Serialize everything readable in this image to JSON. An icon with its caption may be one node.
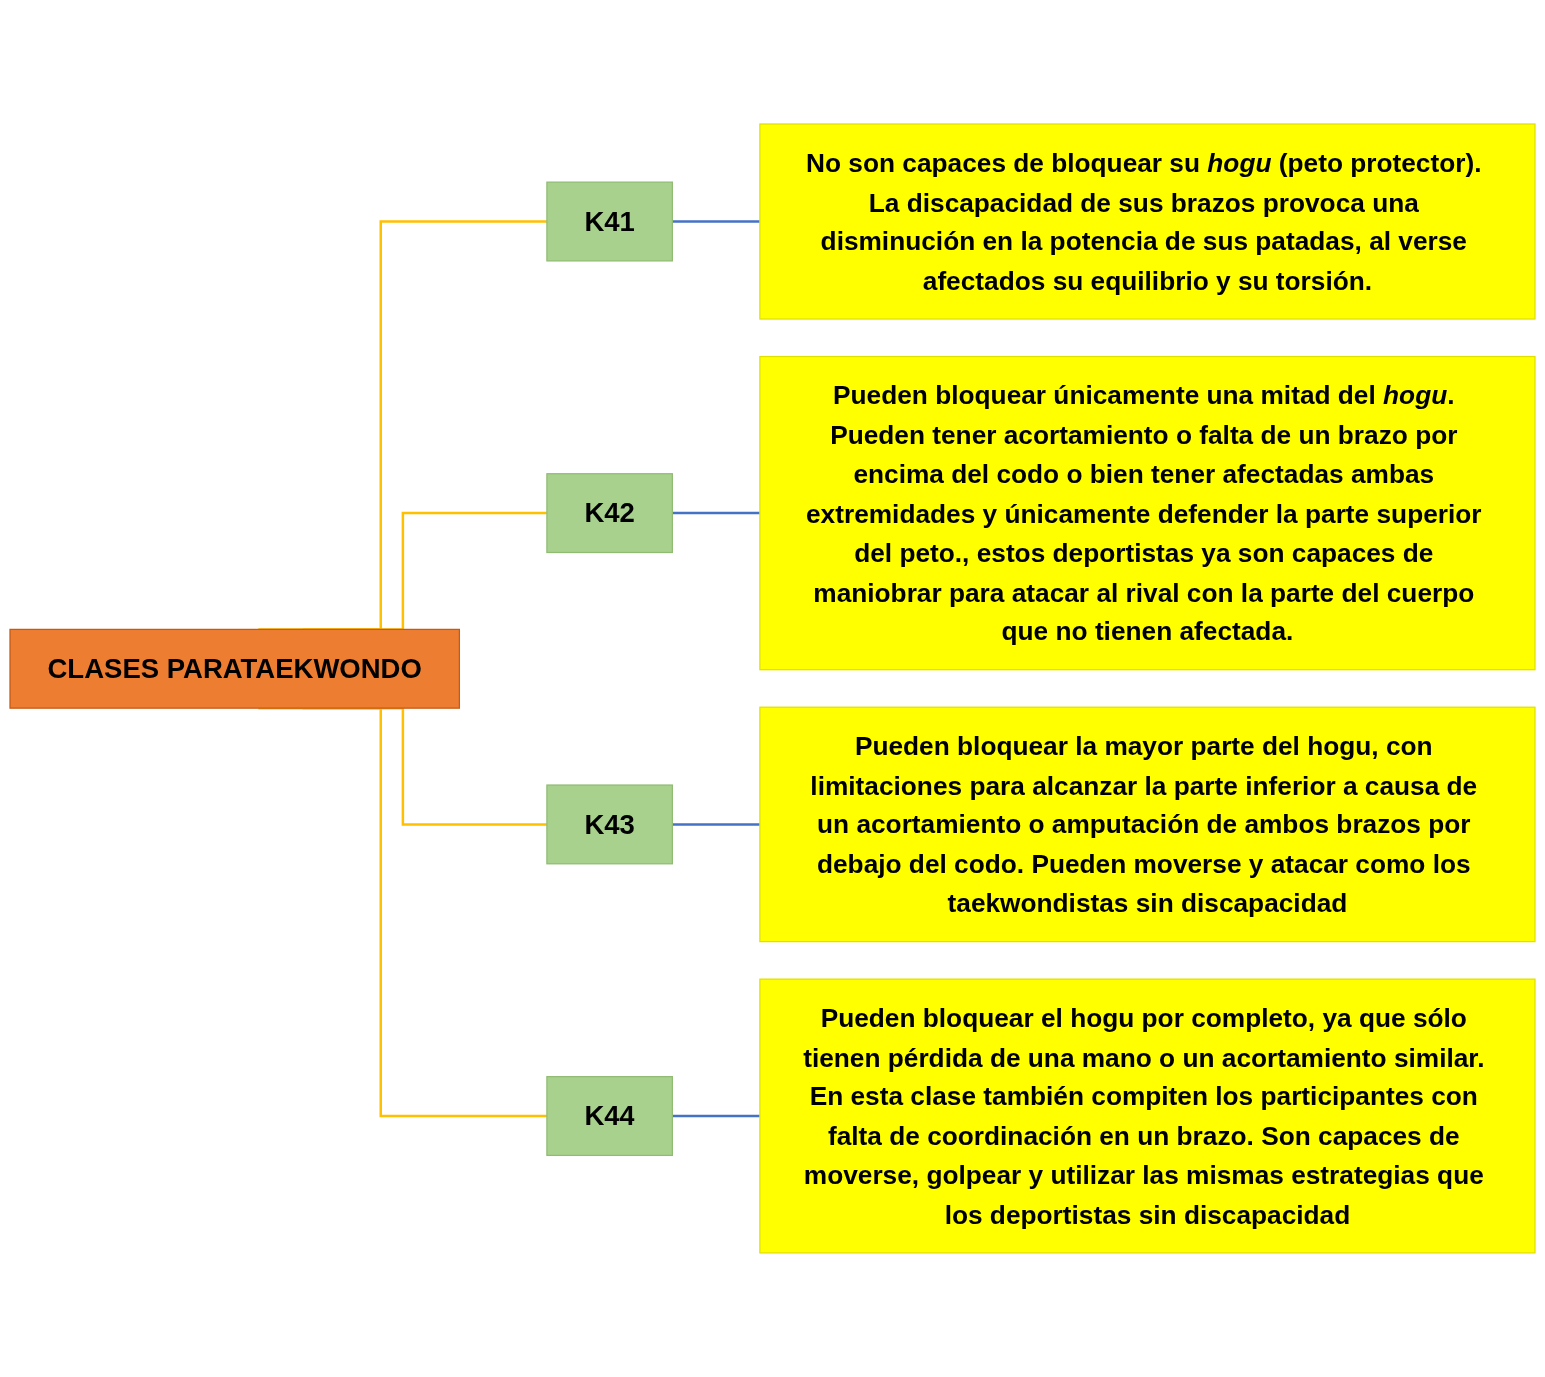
{
  "diagram": {
    "nodes": [
      {
        "text": [
          "CLASES PARATAEKWONDO"
        ]
      },
      {
        "text": [
          "K41"
        ]
      },
      {
        "text": [
          "No son capaces de bloquear su *hogu* (peto protector). La discapacidad de sus brazos provoca una disminución en la potencia de sus patadas, al verse afectados su equilibrio y su torsión."
        ]
      },
      {
        "text": [
          "K42"
        ]
      },
      {
        "text": [
          "Pueden bloquear únicamente una mitad del *hogu*. Pueden tener acortamiento o falta de un brazo por encima del codo o bien tener afectadas ambas extremidades y únicamente defender la parte superior del peto., estos deportistas ya son capaces de maniobrar para atacar al rival con la parte del cuerpo que no tienen afectada."
        ]
      },
      {
        "text": [
          "K43"
        ]
      },
      {
        "text": [
          "Pueden bloquear la mayor parte del hogu, con limitaciones para alcanzar la parte inferior a causa de un acortamiento o amputación de ambos brazos por debajo del codo. Pueden moverse y atacar como los taekwondistas sin discapacidad"
        ]
      },
      {
        "text": [
          "K44"
        ]
      },
      {
        "text": [
          "Pueden bloquear el hogu por completo, ya que sólo tienen pérdida de una mano o un acortamiento similar. En esta clase también compiten los participantes con falta de coordinación en un brazo. Son capaces de moverse, golpear y utilizar las mismas estrategias que los deportistas sin discapacidad"
        ]
      }
    ],
    "edges": [
      {
        "from": 0,
        "to": 1,
        "arrow": "none",
        "color": "#ffc000"
      },
      {
        "from": 1,
        "to": 2,
        "arrow": "none",
        "color": "#4472c4"
      },
      {
        "from": 0,
        "to": 3,
        "arrow": "none",
        "color": "#ffc000"
      },
      {
        "from": 3,
        "to": 4,
        "arrow": "none",
        "color": "#4472c4"
      },
      {
        "from": 0,
        "to": 5,
        "arrow": "none",
        "color": "#ffc000"
      },
      {
        "from": 5,
        "to": 6,
        "arrow": "none",
        "color": "#4472c4"
      },
      {
        "from": 0,
        "to": 7,
        "arrow": "none",
        "color": "#ffc000"
      },
      {
        "from": 7,
        "to": 8,
        "arrow": "none",
        "color": "#4472c4"
      }
    ]
  }
}
